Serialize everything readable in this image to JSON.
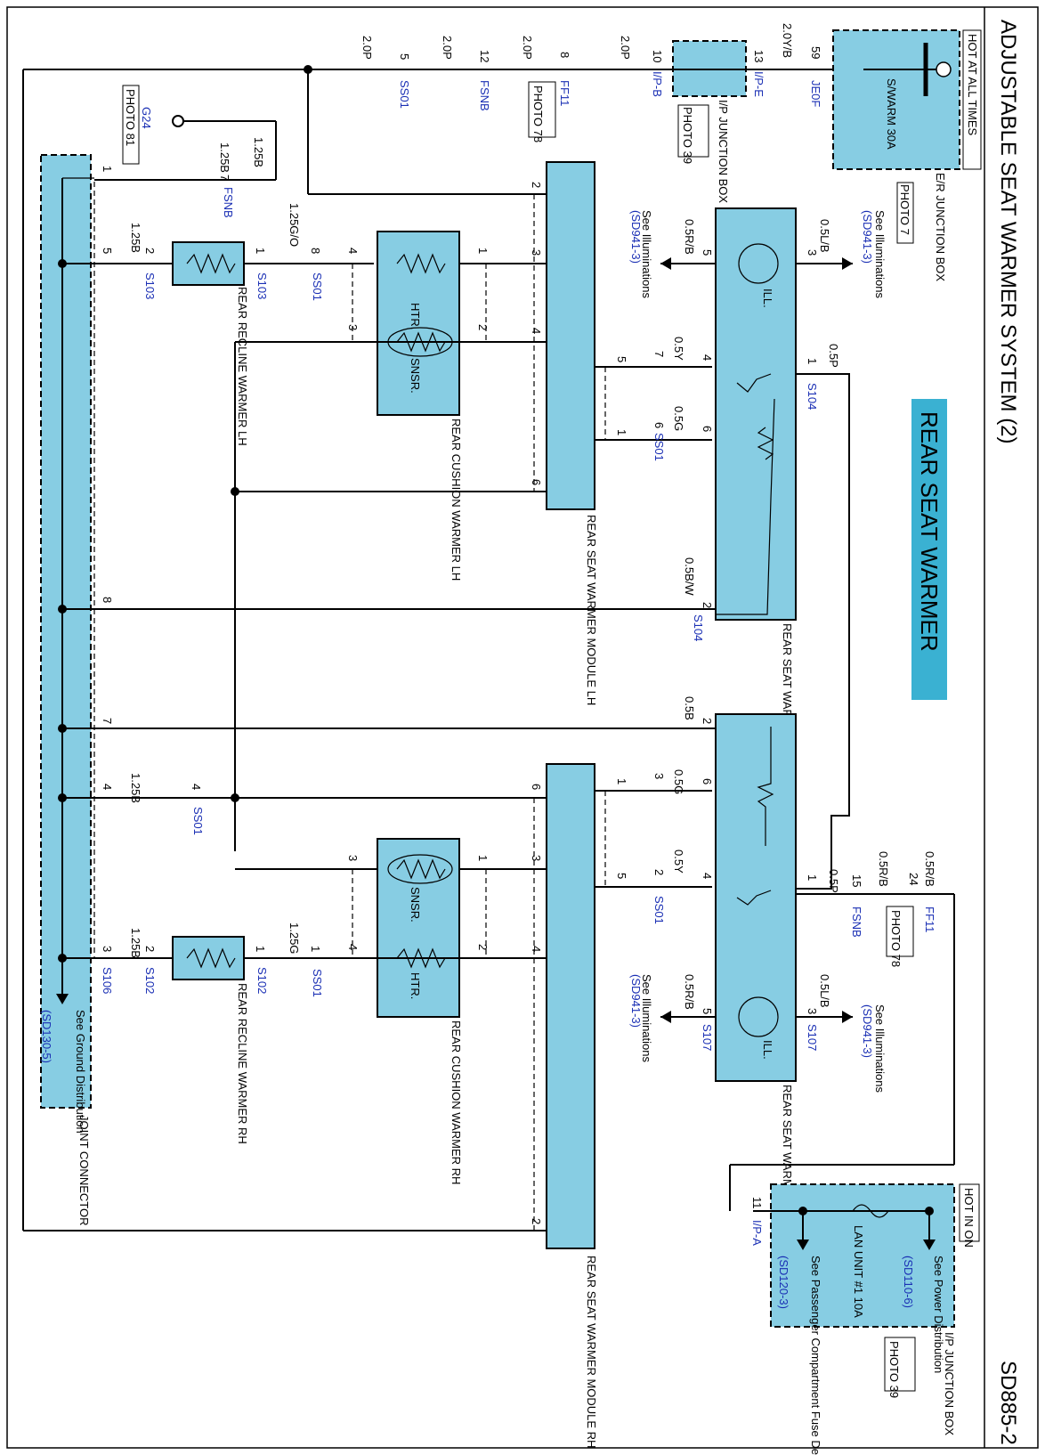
{
  "header": {
    "title": "ADJUSTABLE SEAT WARMER SYSTEM (2)",
    "page_code": "SD885-2",
    "banner": "REAR SEAT WARMER"
  },
  "power": {
    "hot_at_all_times": "HOT AT ALL TIMES",
    "hot_in_on": "HOT IN ON",
    "er_box": "E/R JUNCTION BOX",
    "er_photo": "PHOTO 7",
    "fuse_swarm": "S/WARM 30A",
    "ip_box_top": "I/P JUNCTION BOX",
    "ip_photo_top": "PHOTO 39",
    "ip_box_bottom": "I/P JUNCTION BOX",
    "ip_photo_bottom": "PHOTO 39",
    "fuse_lan": "LAN UNIT #1 10A",
    "see_power": "See Power Distribution",
    "see_power_ref": "(SD110-6)",
    "see_pass": "See Passenger Compartment Fuse Details",
    "see_pass_ref": "(SD120-3)"
  },
  "connectors": {
    "je0f": "JE0F",
    "ipe": "I/P-E",
    "ipb": "I/P-B",
    "ipa": "I/P-A",
    "ff11": "FF11",
    "ff11_b": "FF11",
    "fsnb": "FSNB",
    "fsnb_b": "FSNB",
    "fsnb_c": "FSNB",
    "ss01": "SS01",
    "photo78": "PHOTO 78",
    "photo78_b": "PHOTO 78",
    "g24": "G24",
    "photo81": "PHOTO 81"
  },
  "wires": {
    "w0_5ly": "0.5L/B",
    "w2_0p": "2.0P",
    "w2_0yb": "2.0Y/B",
    "w1_25b": "1.25B",
    "w1_25go": "1.25G/O",
    "w1_25g": "1.25G",
    "w0_5rb": "0.5R/B",
    "w0_5lb": "0.5L/B",
    "w0_5p": "0.5P",
    "w0_5y": "0.5Y",
    "w0_5g": "0.5G",
    "w0_5bw": "0.5B/W",
    "w0_5b": "0.5B"
  },
  "splices": {
    "s103": "S103",
    "s104": "S104",
    "s102": "S102",
    "s106": "S106",
    "s107": "S107"
  },
  "components": {
    "rsw_switch_lh": "REAR SEAT WARMER SWITCH LH",
    "rsw_switch_rh": "REAR SEAT WARMER SWITCH RH",
    "rsw_module_lh": "REAR SEAT WARMER MODULE LH",
    "rsw_module_rh": "REAR SEAT WARMER MODULE RH",
    "cushion_lh": "REAR CUSHION WARMER LH",
    "cushion_rh": "REAR CUSHION WARMER RH",
    "recline_lh": "REAR RECLINE WARMER LH",
    "recline_rh": "REAR RECLINE WARMER RH",
    "joint": "JOINT CONNECTOR",
    "htr": "HTR.",
    "snsr": "SNSR.",
    "ill": "ILL."
  },
  "refs": {
    "see_illum": "See Illuminations",
    "see_illum_ref": "(SD941-3)",
    "see_ground": "See Ground Distribution",
    "see_ground_ref": "(SD130-5)"
  },
  "pins": [
    "1",
    "2",
    "3",
    "4",
    "5",
    "6",
    "7",
    "8",
    "10",
    "11",
    "12",
    "13",
    "15",
    "24",
    "59"
  ]
}
